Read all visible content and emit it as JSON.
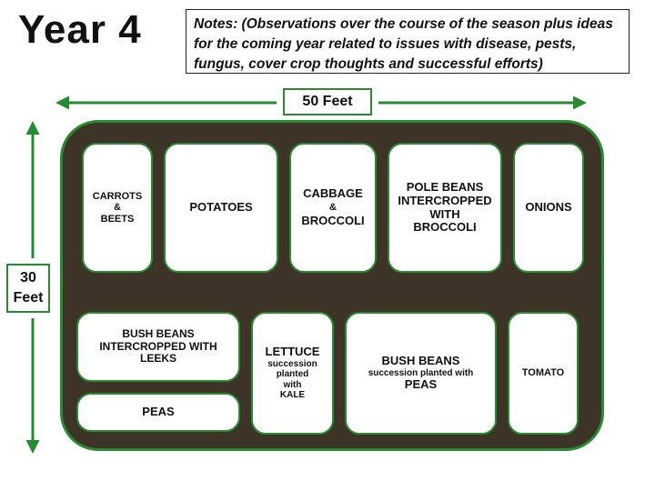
{
  "title": "Year 4",
  "notes": "Notes: (Observations over the course of the season plus ideas for the coming year related to issues with disease, pests, fungus, cover crop thoughts and successful efforts)",
  "dimensions": {
    "width_label": "50 Feet",
    "height_line1": "30",
    "height_line2": "Feet"
  },
  "colors": {
    "border": "#2a8a32",
    "soil": "#3d3326"
  },
  "beds": {
    "carrots_beets": [
      "CARROTS",
      "&",
      "BEETS"
    ],
    "potatoes": [
      "POTATOES"
    ],
    "cabbage_broccoli": [
      "CABBAGE",
      "&",
      "BROCCOLI"
    ],
    "pole_beans": [
      "POLE BEANS",
      "INTERCROPPED",
      "WITH",
      "BROCCOLI"
    ],
    "onions": [
      "ONIONS"
    ],
    "bush_beans_leeks": [
      "BUSH BEANS",
      "INTERCROPPED WITH",
      "LEEKS"
    ],
    "peas": [
      "PEAS"
    ],
    "lettuce_kale": [
      "LETTUCE",
      "succession",
      "planted",
      "with",
      "KALE"
    ],
    "bush_beans_peas": [
      "BUSH BEANS",
      "succession planted with",
      "PEAS"
    ],
    "tomato": [
      "TOMATO"
    ]
  }
}
